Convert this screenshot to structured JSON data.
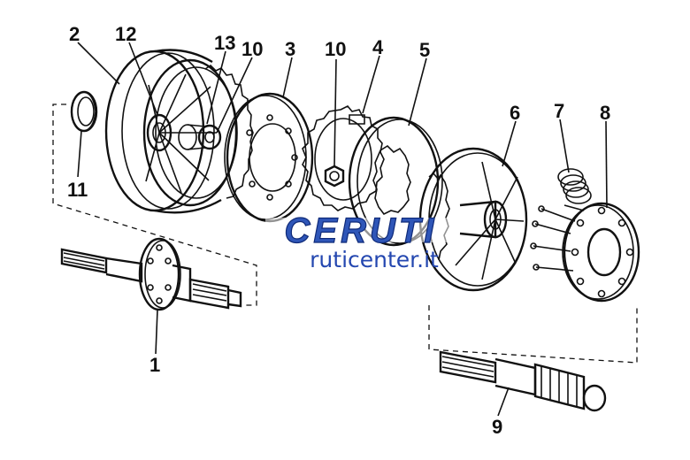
{
  "diagram": {
    "callouts": [
      {
        "id": "c2",
        "text": "2"
      },
      {
        "id": "c12",
        "text": "12"
      },
      {
        "id": "c13",
        "text": "13"
      },
      {
        "id": "c10a",
        "text": "10"
      },
      {
        "id": "c3",
        "text": "3"
      },
      {
        "id": "c10b",
        "text": "10"
      },
      {
        "id": "c4",
        "text": "4"
      },
      {
        "id": "c5",
        "text": "5"
      },
      {
        "id": "c6",
        "text": "6"
      },
      {
        "id": "c7",
        "text": "7"
      },
      {
        "id": "c8",
        "text": "8"
      },
      {
        "id": "c11",
        "text": "11"
      },
      {
        "id": "c1",
        "text": "1"
      },
      {
        "id": "c9",
        "text": "9"
      }
    ]
  },
  "watermark": {
    "logo": "CERUTI",
    "url": "ruticenter.it",
    "logo_color": "#2f56b8",
    "url_color": "#2447b0"
  }
}
